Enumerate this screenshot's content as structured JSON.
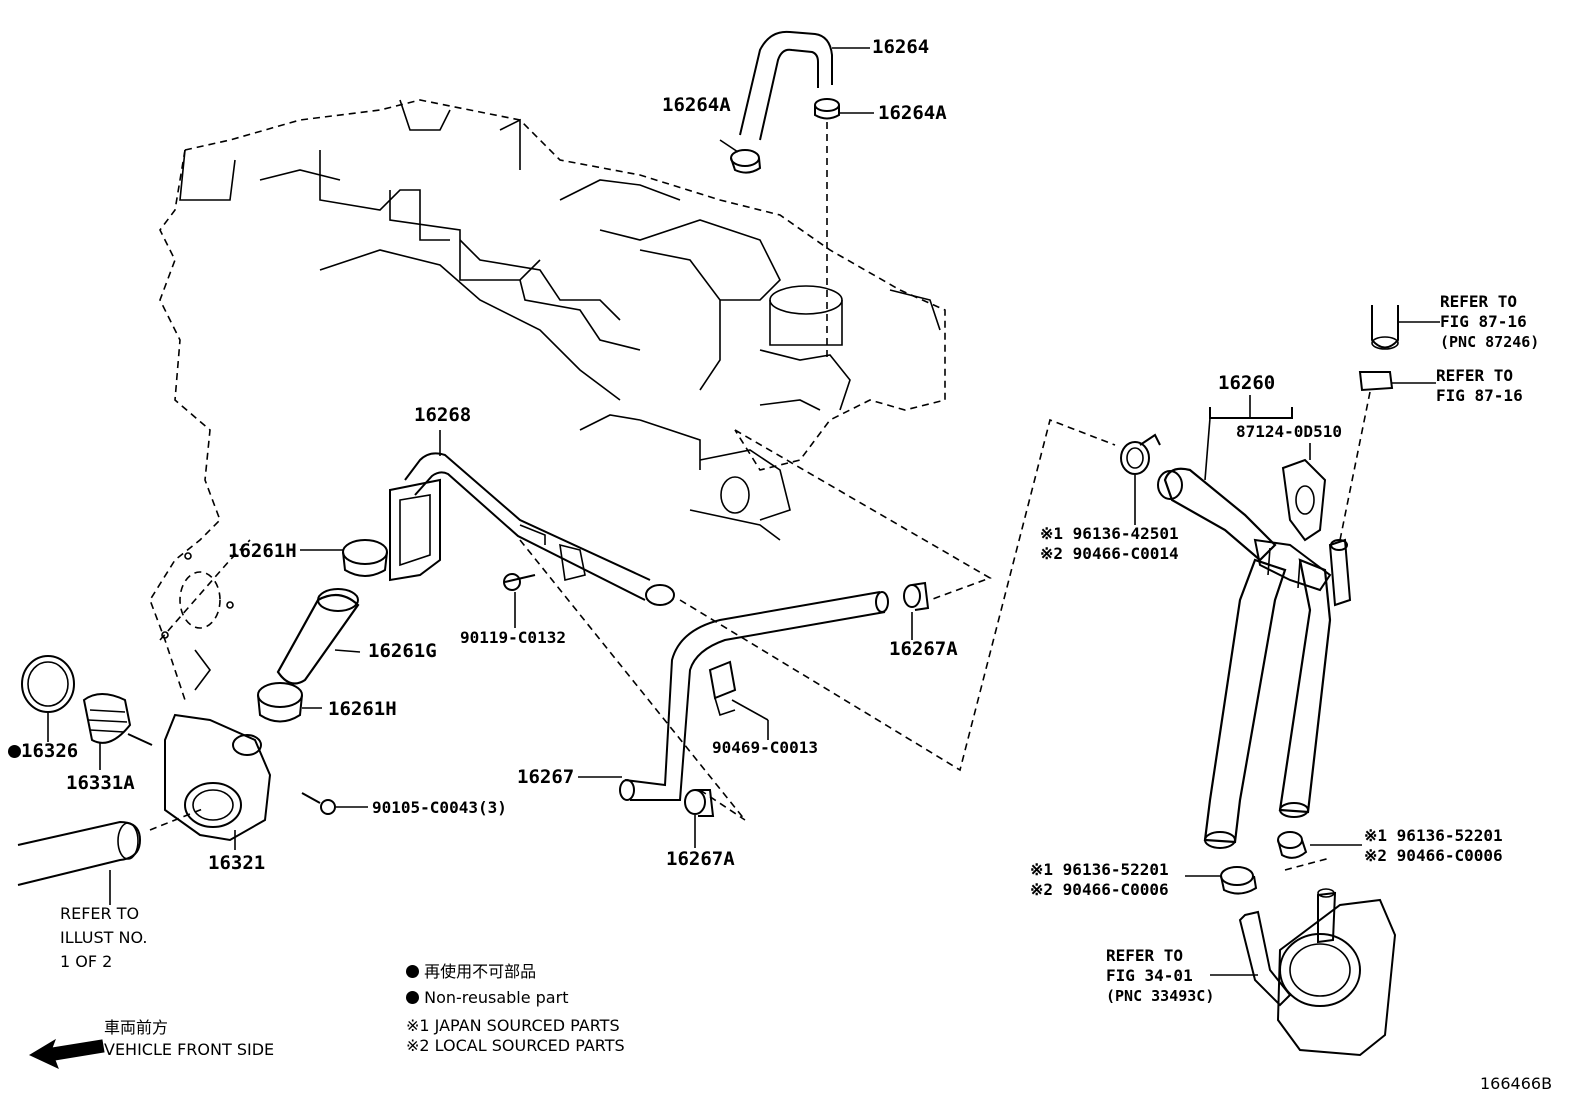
{
  "labels": {
    "p16264": "16264",
    "p16264A_left": "16264A",
    "p16264A_right": "16264A",
    "p16268": "16268",
    "p16261H_top": "16261H",
    "p16261G": "16261G",
    "p16261H_bottom": "16261H",
    "p16326": "16326",
    "p16331A": "16331A",
    "p16321": "16321",
    "p90105": "90105-C0043(3)",
    "p90119": "90119-C0132",
    "p16267A_right": "16267A",
    "p90469": "90469-C0013",
    "p16267": "16267",
    "p16267A_bottom": "16267A",
    "p16260": "16260",
    "p87124": "87124-0D510",
    "p96136_42501": "※1 96136-42501",
    "p90466_C0014": "※2 90466-C0014",
    "p96136_52201_right": "※1 96136-52201",
    "p90466_C0006_right": "※2 90466-C0006",
    "p96136_52201_left": "※1 96136-52201",
    "p90466_C0006_left": "※2 90466-C0006",
    "fig_id": "166466B"
  },
  "references": {
    "ref_top_line1": "REFER TO",
    "ref_top_line2": "FIG 87-16",
    "ref_top_line3": "(PNC 87246)",
    "ref_mid_line1": "REFER TO",
    "ref_mid_line2": "FIG 87-16",
    "ref_illust_line1": "REFER TO",
    "ref_illust_line2": "ILLUST NO.",
    "ref_illust_line3": "1 OF 2",
    "ref_cooler_line1": "REFER TO",
    "ref_cooler_line2": "FIG 34-01",
    "ref_cooler_line3": "(PNC 33493C)"
  },
  "legend": {
    "nonreusable_jp": "再使用不可部品",
    "nonreusable_en": "Non-reusable part",
    "japan_sourced": "※1 JAPAN SOURCED PARTS",
    "local_sourced": "※2 LOCAL SOURCED PARTS",
    "front_jp": "車両前方",
    "front_en": "VEHICLE FRONT SIDE"
  }
}
